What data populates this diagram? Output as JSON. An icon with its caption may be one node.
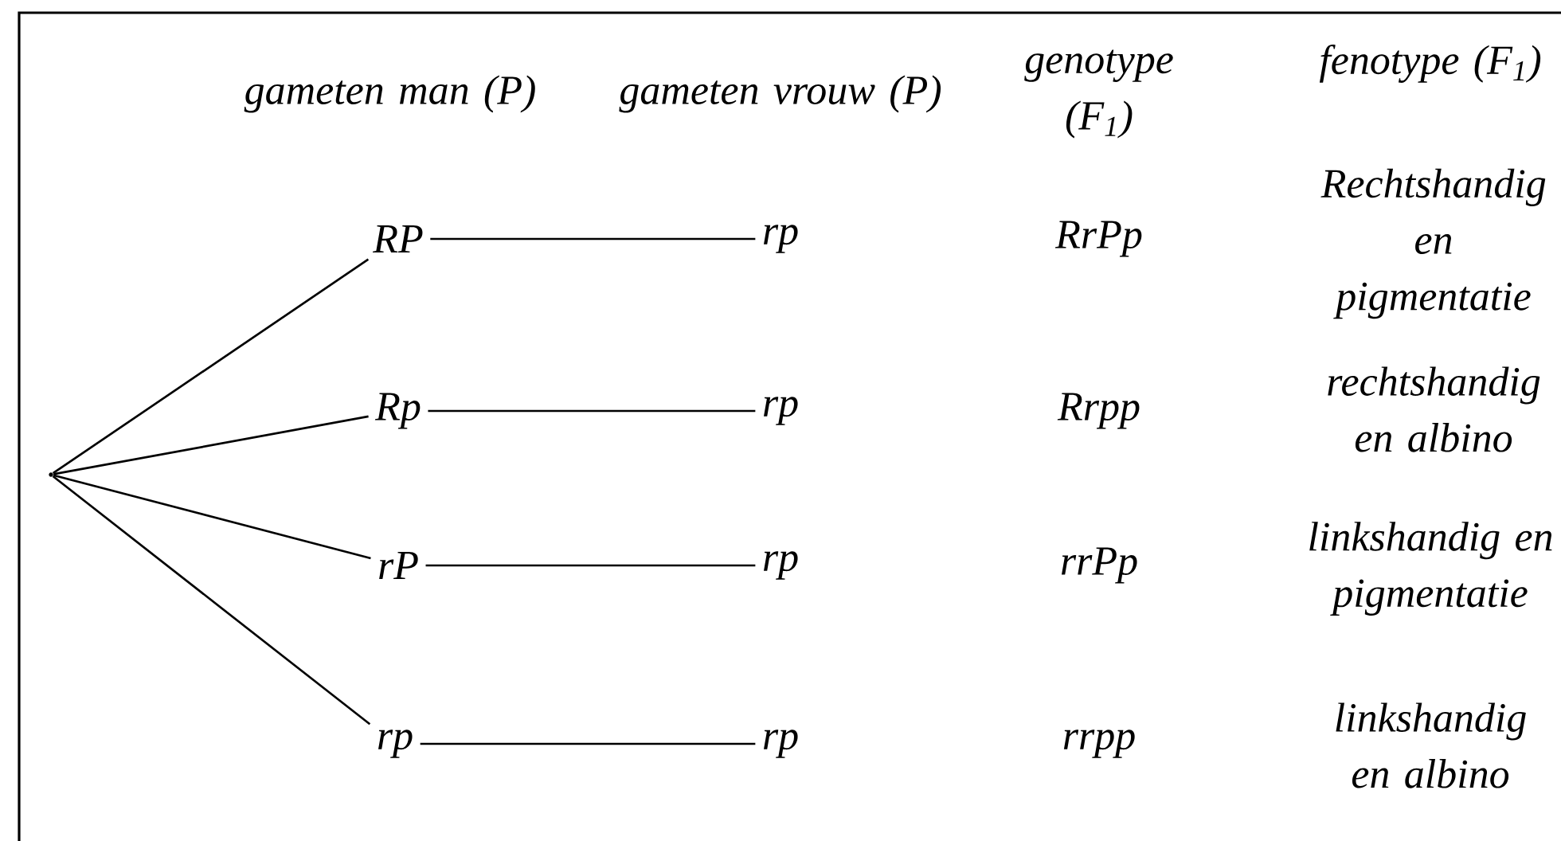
{
  "diagram": {
    "nodes": [
      {
        "text": [],
        "shape": "point"
      },
      {
        "text": [
          "RP"
        ]
      },
      {
        "text": [
          "Rp"
        ]
      },
      {
        "text": [
          "rP"
        ]
      },
      {
        "text": [
          "rp"
        ]
      },
      {
        "text": [
          "rp"
        ]
      },
      {
        "text": [
          "rp"
        ]
      },
      {
        "text": [
          "rp"
        ]
      },
      {
        "text": [
          "rp"
        ]
      }
    ],
    "edges": [
      {
        "from": 0,
        "to": 1,
        "arrow": "none"
      },
      {
        "from": 0,
        "to": 2,
        "arrow": "none"
      },
      {
        "from": 0,
        "to": 3,
        "arrow": "none"
      },
      {
        "from": 0,
        "to": 4,
        "arrow": "none"
      },
      {
        "from": 1,
        "to": 5,
        "arrow": "none"
      },
      {
        "from": 2,
        "to": 6,
        "arrow": "none"
      },
      {
        "from": 3,
        "to": 7,
        "arrow": "none"
      },
      {
        "from": 4,
        "to": 8,
        "arrow": "none"
      }
    ],
    "labels": [
      "gameten man (P)",
      "gameten vrouw (P)",
      "genotype (F$_{1}$)",
      "fenotype (F$_{1}$)",
      "RrPp",
      "Rechtshandig en pigmentatie",
      "Rrpp",
      "rechtshandig en albino",
      "rrPp",
      "linkshandig en pigmentatie",
      "rrpp",
      "linkshandig en albino"
    ]
  }
}
